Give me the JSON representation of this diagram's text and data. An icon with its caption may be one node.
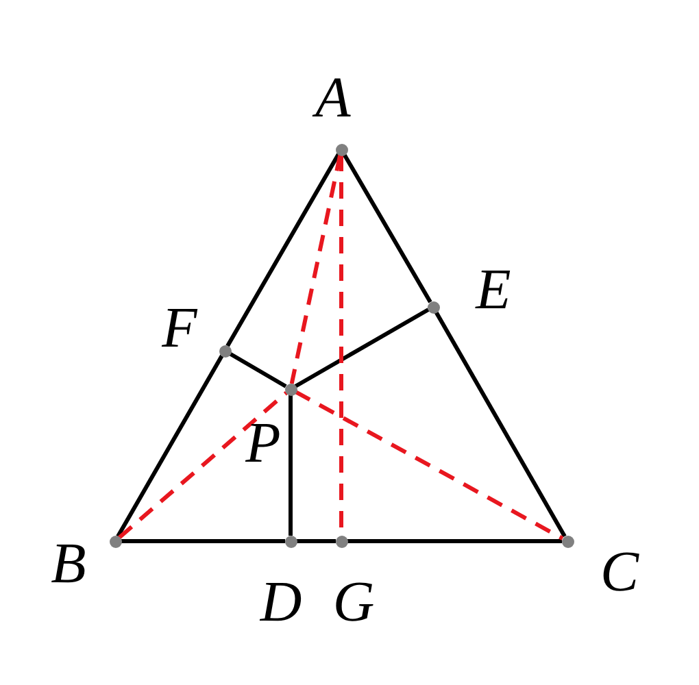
{
  "diagram": {
    "nodes": [
      {
        "text": [
          "A"
        ]
      },
      {
        "text": [
          "E"
        ]
      },
      {
        "text": [
          "F"
        ]
      },
      {
        "text": [
          "P"
        ]
      },
      {
        "text": [
          "B"
        ]
      },
      {
        "text": [
          "D"
        ]
      },
      {
        "text": [
          "G"
        ]
      },
      {
        "text": [
          "C"
        ]
      }
    ],
    "edges": [
      {
        "from": 0,
        "to": 2,
        "arrow": "none"
      },
      {
        "from": 2,
        "to": 4,
        "arrow": "none"
      },
      {
        "from": 0,
        "to": 1,
        "arrow": "none"
      },
      {
        "from": 1,
        "to": 7,
        "arrow": "none"
      },
      {
        "from": 4,
        "to": 5,
        "arrow": "none"
      },
      {
        "from": 5,
        "to": 6,
        "arrow": "none"
      },
      {
        "from": 6,
        "to": 7,
        "arrow": "none"
      },
      {
        "from": 3,
        "to": 2,
        "arrow": "none"
      },
      {
        "from": 3,
        "to": 1,
        "arrow": "none"
      },
      {
        "from": 3,
        "to": 5,
        "arrow": "none"
      },
      {
        "from": 0,
        "to": 3,
        "arrow": "none",
        "style": "dashed",
        "color": "#e8171f"
      },
      {
        "from": 4,
        "to": 3,
        "arrow": "none",
        "style": "dashed",
        "color": "#e8171f"
      },
      {
        "from": 3,
        "to": 7,
        "arrow": "none",
        "style": "dashed",
        "color": "#e8171f"
      },
      {
        "from": 0,
        "to": 6,
        "arrow": "none",
        "style": "dashed",
        "color": "#e8171f"
      }
    ]
  }
}
